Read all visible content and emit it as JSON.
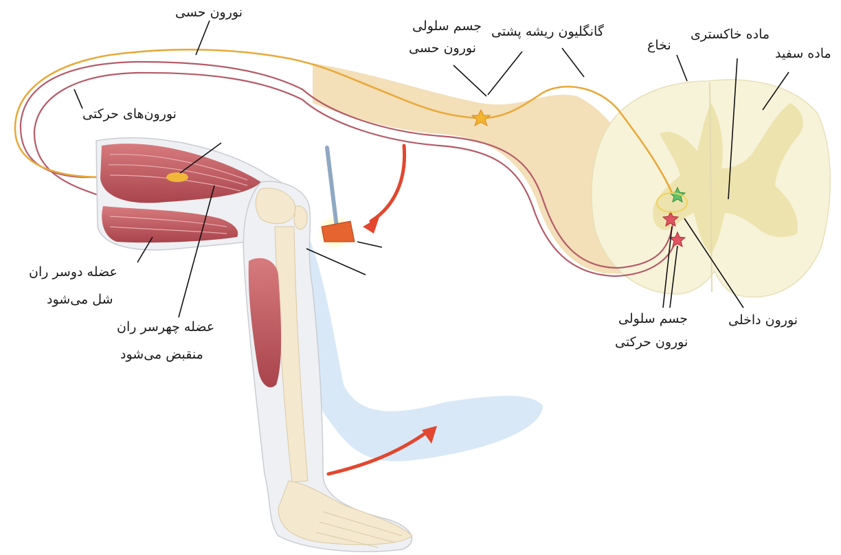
{
  "labels": {
    "sensory_neuron": "نورون حسی",
    "sensory_cell_body_line1": "جسم سلولی",
    "sensory_cell_body_line2": "نورون حسی",
    "dorsal_root_ganglion": "گانگلیون ریشه پشتی",
    "spinal_cord": "نخاع",
    "gray_matter": "ماده خاکستری",
    "white_matter": "ماده سفید",
    "motor_neurons": "نورون‌های حرکتی",
    "hamstring_line1": "عضله دوسر ران",
    "hamstring_line2": "شل می‌شود",
    "quadriceps_line1": "عضله چهرسر ران",
    "quadriceps_line2": "منقبض می‌شود",
    "motor_cell_body_line1": "جسم سلولی",
    "motor_cell_body_line2": "نورون حرکتی",
    "interneuron": "نورون داخلی"
  },
  "colors": {
    "sensory_nerve": "#e8a93a",
    "motor_nerve": "#b55a68",
    "nerve_sheath": "#f3dfb8",
    "spinal_cord": "#f6f2d6",
    "gray_matter": "#ede4b0",
    "muscle": "#c25a60",
    "bone": "#f4e8cf",
    "arrow": "#e2472f",
    "leg_shadow": "#cfe3f5"
  },
  "icons": [
    "reflex-hammer-icon",
    "curved-arrow-icon",
    "star-cell-body-icon"
  ]
}
